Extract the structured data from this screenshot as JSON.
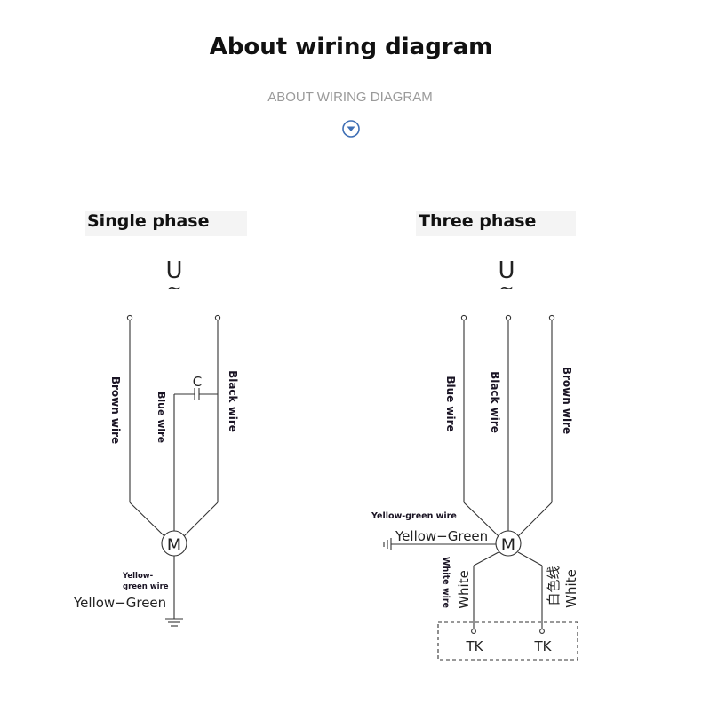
{
  "header": {
    "title": "About wiring diagram",
    "subtitle": "ABOUT WIRING DIAGRAM",
    "icon": "chevron-down-circle-icon",
    "accent_color": "#3f6fb5"
  },
  "single_phase": {
    "title": "Single phase",
    "voltage_symbol": "U",
    "ac_symbol": "~",
    "motor_label": "M",
    "capacitor_label": "C",
    "brown_wire": "Brown wire",
    "blue_wire": "Blue wire",
    "black_wire": "Black wire",
    "ground_label_small": "Yellow-green wire",
    "ground_label": "Yellow−Green"
  },
  "three_phase": {
    "title": "Three phase",
    "voltage_symbol": "U",
    "ac_symbol": "~",
    "motor_label": "M",
    "blue_wire": "Blue wire",
    "black_wire": "Black wire",
    "brown_wire": "Brown wire",
    "ground_label_small": "Yellow-green wire",
    "ground_label": "Yellow−Green",
    "white_wire_small": "White wire",
    "white_left": "White",
    "white_right_cn": "白色线",
    "white_right": "White",
    "tk_left": "TK",
    "tk_right": "TK"
  },
  "colors": {
    "wire": "#333333",
    "label_dark": "#1a1424"
  }
}
